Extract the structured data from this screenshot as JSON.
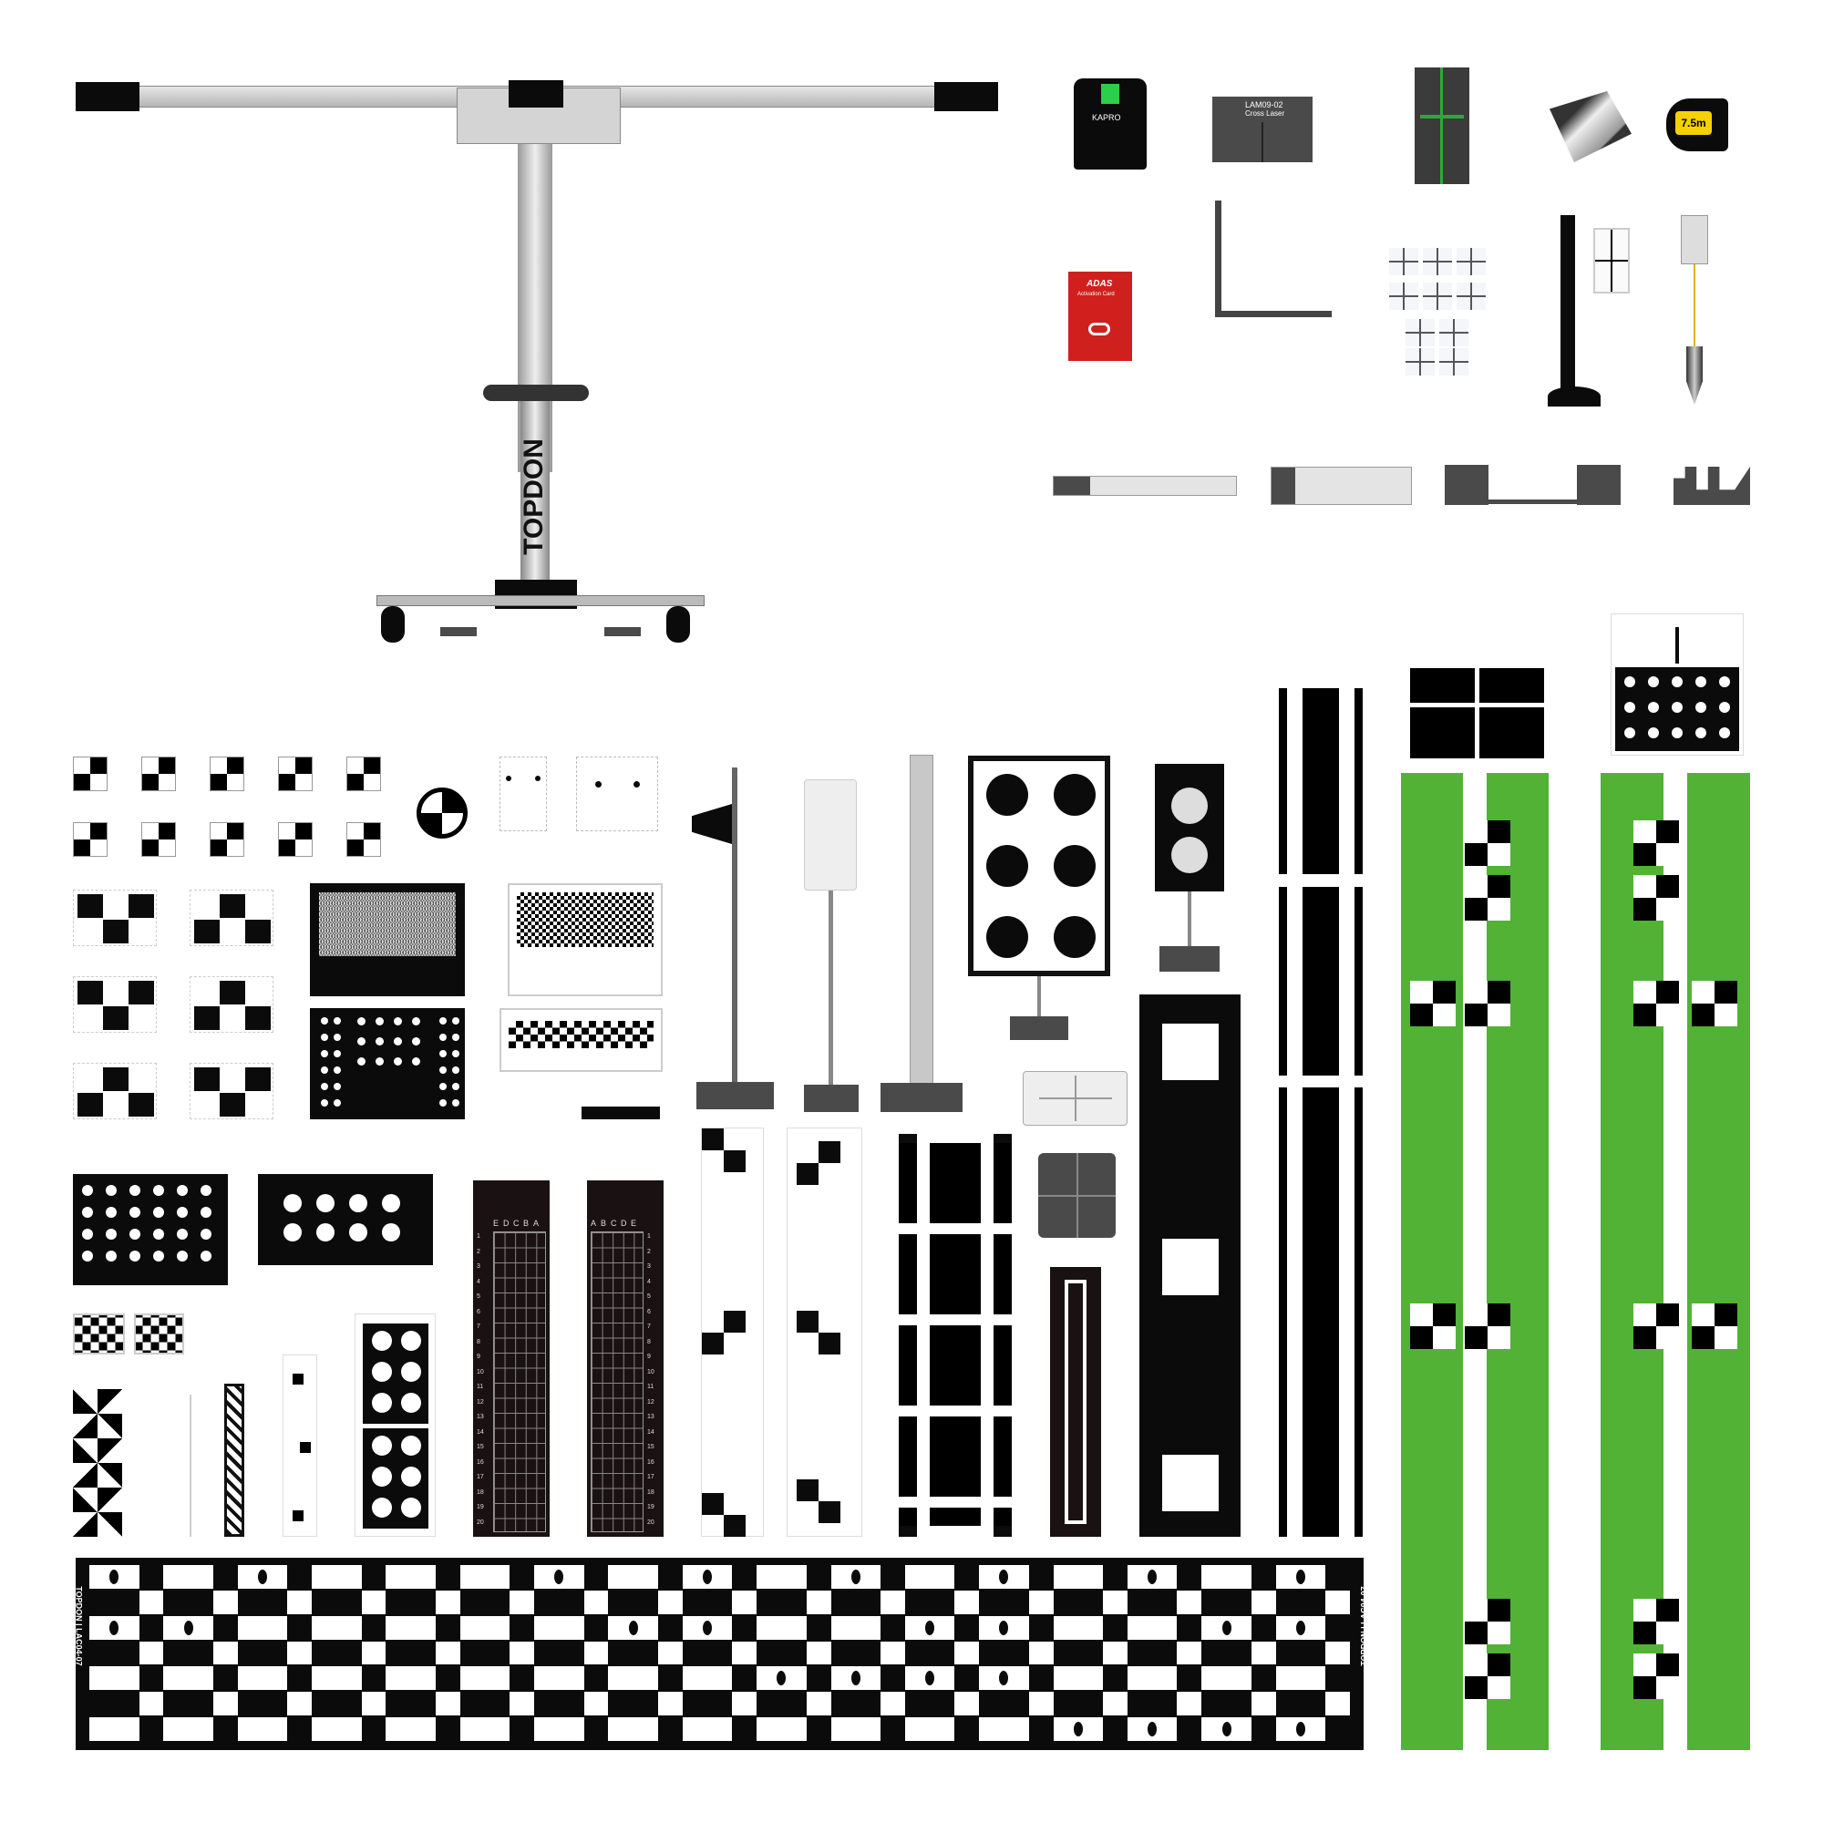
{
  "brand": {
    "logo_text": "TOPDON"
  },
  "colors": {
    "green_board": "#52b235",
    "card_red": "#d0201d",
    "frame_silver": "#c9c9c9",
    "dark_grey": "#4a4a4a"
  },
  "accessories": {
    "line_laser": {
      "brand": "KAPRO"
    },
    "cross_laser": {
      "model": "LAM09-02",
      "name": "Cross Laser"
    },
    "tape_measure": {
      "length": "7.5m"
    },
    "activation_card": {
      "title": "ADAS",
      "subtitle": "Activation Card"
    }
  },
  "grid_boards": [
    {
      "columns": [
        "E",
        "D",
        "C",
        "B",
        "A"
      ],
      "rows": [
        "1",
        "2",
        "3",
        "4",
        "5",
        "6",
        "7",
        "8",
        "9",
        "10",
        "11",
        "12",
        "13",
        "14",
        "15",
        "16",
        "17",
        "18",
        "19",
        "20"
      ]
    },
    {
      "columns": [
        "A",
        "B",
        "C",
        "D",
        "E"
      ],
      "rows": [
        "1",
        "2",
        "3",
        "4",
        "5",
        "6",
        "7",
        "8",
        "9",
        "10",
        "11",
        "12",
        "13",
        "14",
        "15",
        "16",
        "17",
        "18",
        "19",
        "20"
      ]
    }
  ],
  "checker_board": {
    "label": "TOPDON | LAC04-07"
  }
}
